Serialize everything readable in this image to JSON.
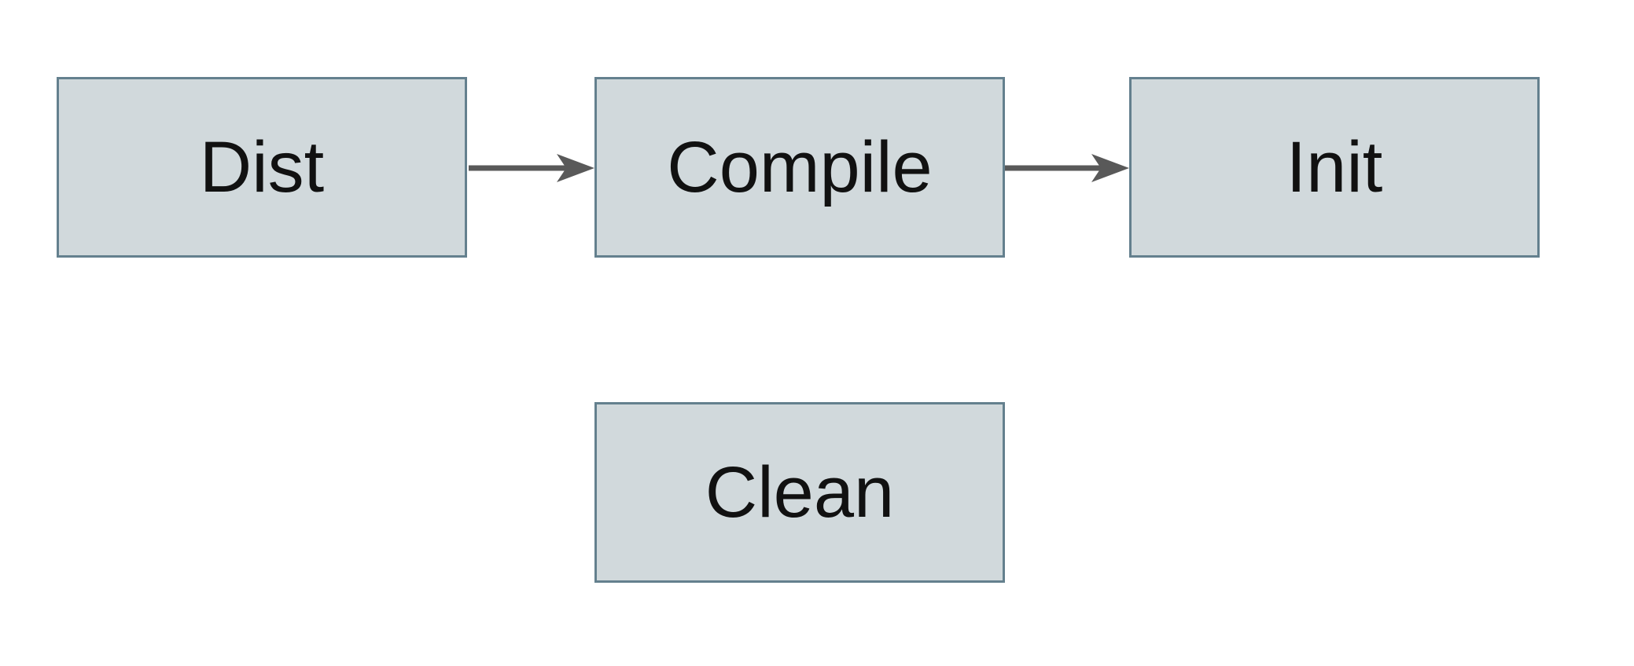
{
  "diagram": {
    "background_color": "#ffffff",
    "node_fill_color": "#d1d9dc",
    "node_border_color": "#64808e",
    "arrow_color": "#595959",
    "text_color": "#111111",
    "nodes": [
      {
        "id": "dist",
        "label": "Dist"
      },
      {
        "id": "compile",
        "label": "Compile"
      },
      {
        "id": "init",
        "label": "Init"
      },
      {
        "id": "clean",
        "label": "Clean"
      }
    ],
    "edges": [
      {
        "from": "dist",
        "to": "compile",
        "direction": "right"
      },
      {
        "from": "compile",
        "to": "init",
        "direction": "right"
      }
    ]
  }
}
